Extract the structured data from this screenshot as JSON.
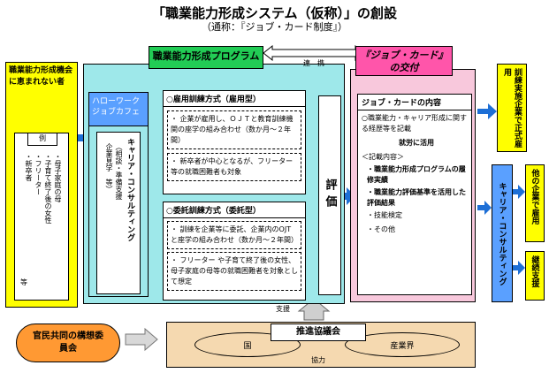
{
  "title": "「職業能力形成システム（仮称）」の創設",
  "subtitle": "（通称：『ジョブ・カード制度』）",
  "left_box": {
    "heading": "職業能力形成機会に恵まれない者",
    "example_label": "例",
    "examples": [
      "・フリーター",
      "・子育て終了後の女性",
      "・母子家庭の母",
      "・新卒者",
      "等"
    ]
  },
  "program_header": "職業能力形成プログラム",
  "renkei": "連　携",
  "hellowork": "ハローワーク\nジョブカフェ",
  "career_consulting": "キャリア・コンサルティング",
  "consult_sub": "（相談・準備支援\n企業見学　等）",
  "employment": {
    "title": "○雇用訓練方式（雇用型）",
    "item1": "・ 企業が雇用し、ＯＪＴと教育訓練機関の座学の組み合わせ（数か月～２年間）",
    "item2": "・ 新卒者が中心となるが、フリーター等の就職困難者も対象"
  },
  "commission": {
    "title": "○委託訓練方式（委託型）",
    "item1": "・ 訓練を企業等に委託、企業内のOJTと座学の組み合わせ（数か月～２年間）",
    "item2": "・ フリーター や子育て終了後の女性、母子家庭の母等の就職困難者を対象として想定"
  },
  "evaluation": "評価",
  "job_card_header": "『ジョブ・カード』\nの交付",
  "job_card": {
    "content_title": "ジョブ・カードの内容",
    "desc": "○職業能力・キャリア形成に関する経歴等を記載",
    "use": "就労に活用",
    "items_label": "＜記載内容＞",
    "item1": "・職業能力形成プログラムの履修実績",
    "item2": "・職業能力評価基準を活用した評価結果",
    "item3": "・技能検定",
    "item4": "・その他"
  },
  "right_career": "キャリア・コンサルティング",
  "outcomes": {
    "o1": "訓練実施企業で正式雇用",
    "o2": "他の企業で雇用",
    "o3": "継続支援"
  },
  "shien": "支援",
  "kanmin": "官民共同の構想委員会",
  "suishin": "推進協議会",
  "kuni": "国",
  "sangyokai": "産業界",
  "kyoryoku": "協力"
}
